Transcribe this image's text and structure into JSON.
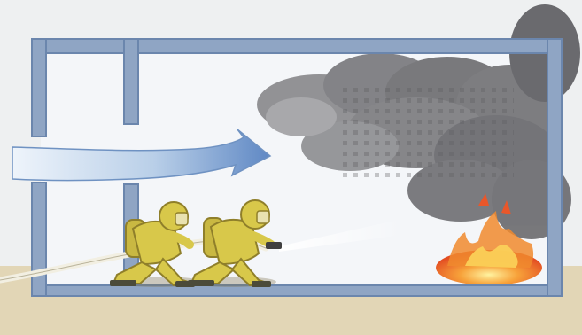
{
  "illustration": {
    "subject": "firefighting",
    "elements": [
      "building-cross-section",
      "airflow-arrow",
      "firefighter",
      "firefighter",
      "fire-hose",
      "water-spray",
      "smoke-cloud",
      "fire"
    ],
    "colors": {
      "ground": "#e7dcc0",
      "wall_frame": "#8fa5c4",
      "wall_frame_dark": "#6b86ad",
      "interior": "#f4f6f9",
      "airflow_arrow": "#8fb1d8",
      "smoke": "#6f6f72",
      "flame": "#ef6a2a",
      "firefighter_suit": "#d8c84a",
      "firefighter_dark": "#8f7f2a",
      "hose": "#f2efe2"
    }
  }
}
